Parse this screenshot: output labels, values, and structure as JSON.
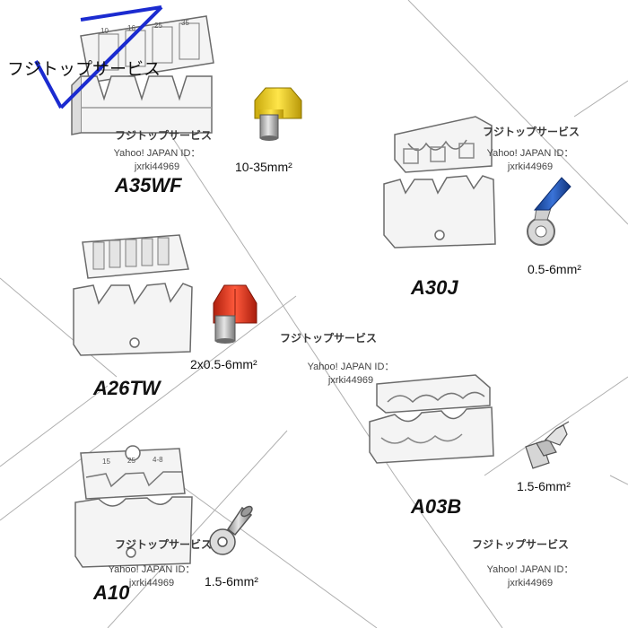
{
  "watermark": {
    "brand": "フジトップサービス",
    "id_line_1": "Yahoo! JAPAN ID：",
    "id_line_2": "jxrki44969"
  },
  "logo": {
    "text": "フジトップサービス",
    "color": "#1b2bd0"
  },
  "dies": [
    {
      "model": "A35WF",
      "size": "10-35mm²",
      "die_labels": [
        "10",
        "16",
        "25",
        "35"
      ],
      "terminal": "yellow-ferrule-icon"
    },
    {
      "model": "A30J",
      "size": "0.5-6mm²",
      "terminal": "blue-ring-terminal-icon"
    },
    {
      "model": "A26TW",
      "size": "2x0.5-6mm²",
      "terminal": "red-twin-ferrule-icon"
    },
    {
      "model": "A03B",
      "size": "1.5-6mm²",
      "terminal": "flat-connector-icon"
    },
    {
      "model": "A10",
      "size": "1.5-6mm²",
      "die_labels": [
        "15",
        "25",
        "4-8"
      ],
      "terminal": "ring-terminal-icon"
    }
  ],
  "colors": {
    "ferrule_yellow": "#f2d21a",
    "ferrule_red": "#e8321c",
    "ring_blue": "#1d4fa8",
    "outline": "#6b6b6b",
    "line": "#999999"
  }
}
